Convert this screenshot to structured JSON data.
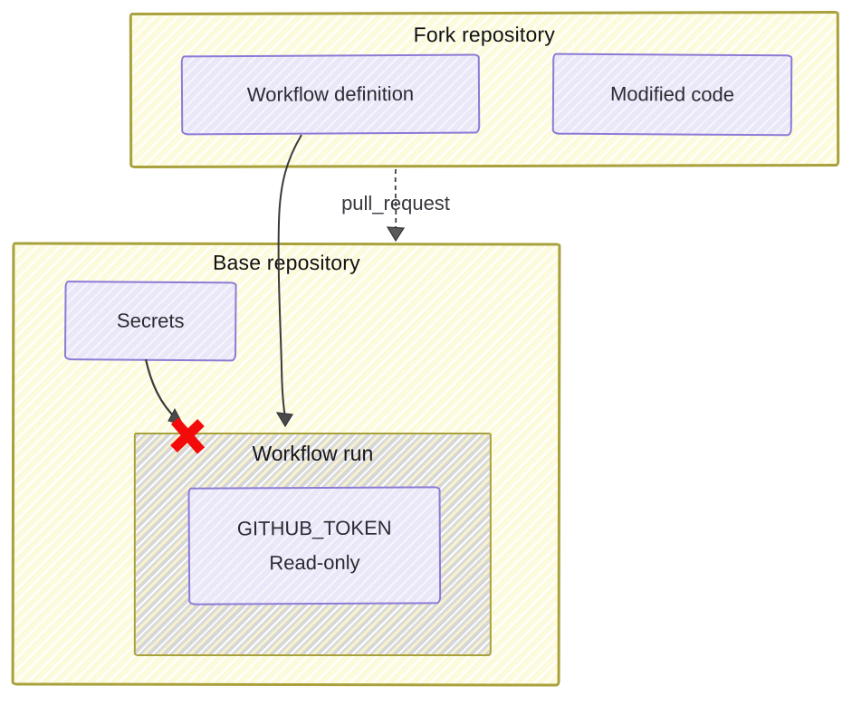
{
  "diagram": {
    "fork_repo": {
      "title": "Fork repository",
      "workflow_definition_label": "Workflow definition",
      "modified_code_label": "Modified code"
    },
    "edge": {
      "label": "pull_request"
    },
    "base_repo": {
      "title": "Base repository",
      "secrets_label": "Secrets",
      "workflow_run": {
        "title": "Workflow run",
        "token_name": "GITHUB_TOKEN",
        "token_access": "Read-only"
      }
    },
    "colors": {
      "repo_border": "#a8a13c",
      "repo_fill": "#fdfbdf",
      "node_border": "#8d7ad6",
      "node_fill": "#eae8f8",
      "run_hatch_gray": "#d7d7d7",
      "arrow": "#3f3f3f",
      "blocked_x": "#f30b0b",
      "text": "#111111"
    }
  }
}
